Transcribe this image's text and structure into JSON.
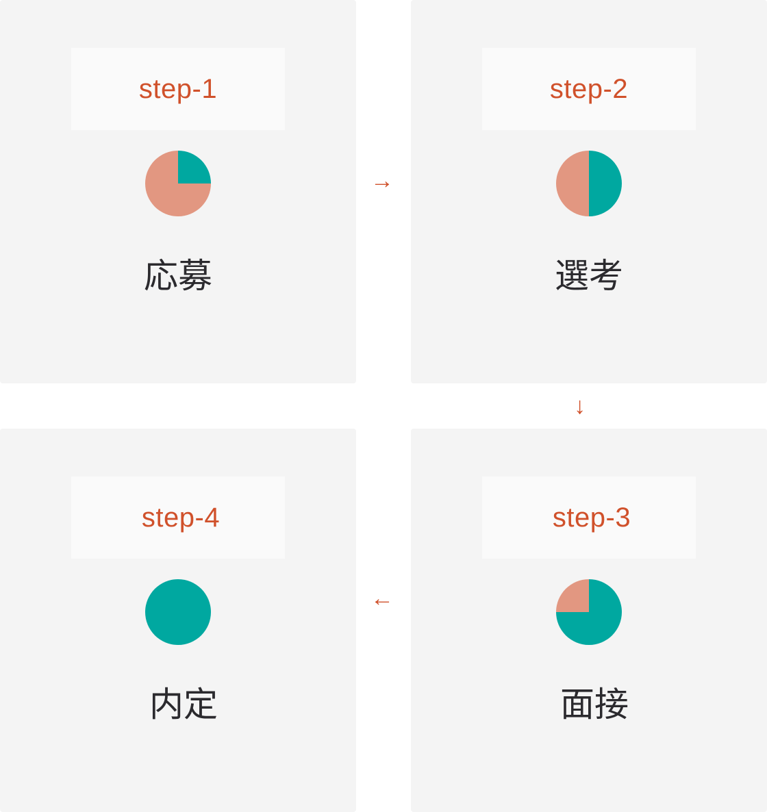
{
  "colors": {
    "accent": "#d0512b",
    "done": "#00a8a0",
    "remaining": "#e29781",
    "card_bg": "#f4f4f4",
    "label_bg": "#fafafa",
    "text": "#2b2a2e"
  },
  "steps": [
    {
      "label": "step-1",
      "name": "応募",
      "progress_percent": 25
    },
    {
      "label": "step-2",
      "name": "選考",
      "progress_percent": 50
    },
    {
      "label": "step-3",
      "name": "面接",
      "progress_percent": 75
    },
    {
      "label": "step-4",
      "name": "内定",
      "progress_percent": 100
    }
  ],
  "arrows": {
    "right": "→",
    "down": "↓",
    "left": "←"
  }
}
